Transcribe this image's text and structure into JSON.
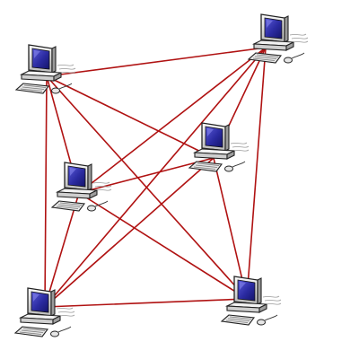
{
  "diagram": {
    "kind": "full-mesh network",
    "line_color": "#b01212",
    "nodes": [
      {
        "id": "pc-1",
        "icon": "desktop-computer-icon"
      },
      {
        "id": "pc-2",
        "icon": "desktop-computer-icon"
      },
      {
        "id": "pc-3",
        "icon": "desktop-computer-icon"
      },
      {
        "id": "pc-4",
        "icon": "desktop-computer-icon"
      },
      {
        "id": "pc-5",
        "icon": "desktop-computer-icon"
      },
      {
        "id": "pc-6",
        "icon": "desktop-computer-icon"
      }
    ],
    "links": [
      [
        "pc-1",
        "pc-2"
      ],
      [
        "pc-1",
        "pc-3"
      ],
      [
        "pc-1",
        "pc-4"
      ],
      [
        "pc-1",
        "pc-5"
      ],
      [
        "pc-1",
        "pc-6"
      ],
      [
        "pc-2",
        "pc-3"
      ],
      [
        "pc-2",
        "pc-4"
      ],
      [
        "pc-2",
        "pc-5"
      ],
      [
        "pc-2",
        "pc-6"
      ],
      [
        "pc-3",
        "pc-4"
      ],
      [
        "pc-3",
        "pc-5"
      ],
      [
        "pc-3",
        "pc-6"
      ],
      [
        "pc-4",
        "pc-5"
      ],
      [
        "pc-4",
        "pc-6"
      ],
      [
        "pc-5",
        "pc-6"
      ]
    ]
  }
}
